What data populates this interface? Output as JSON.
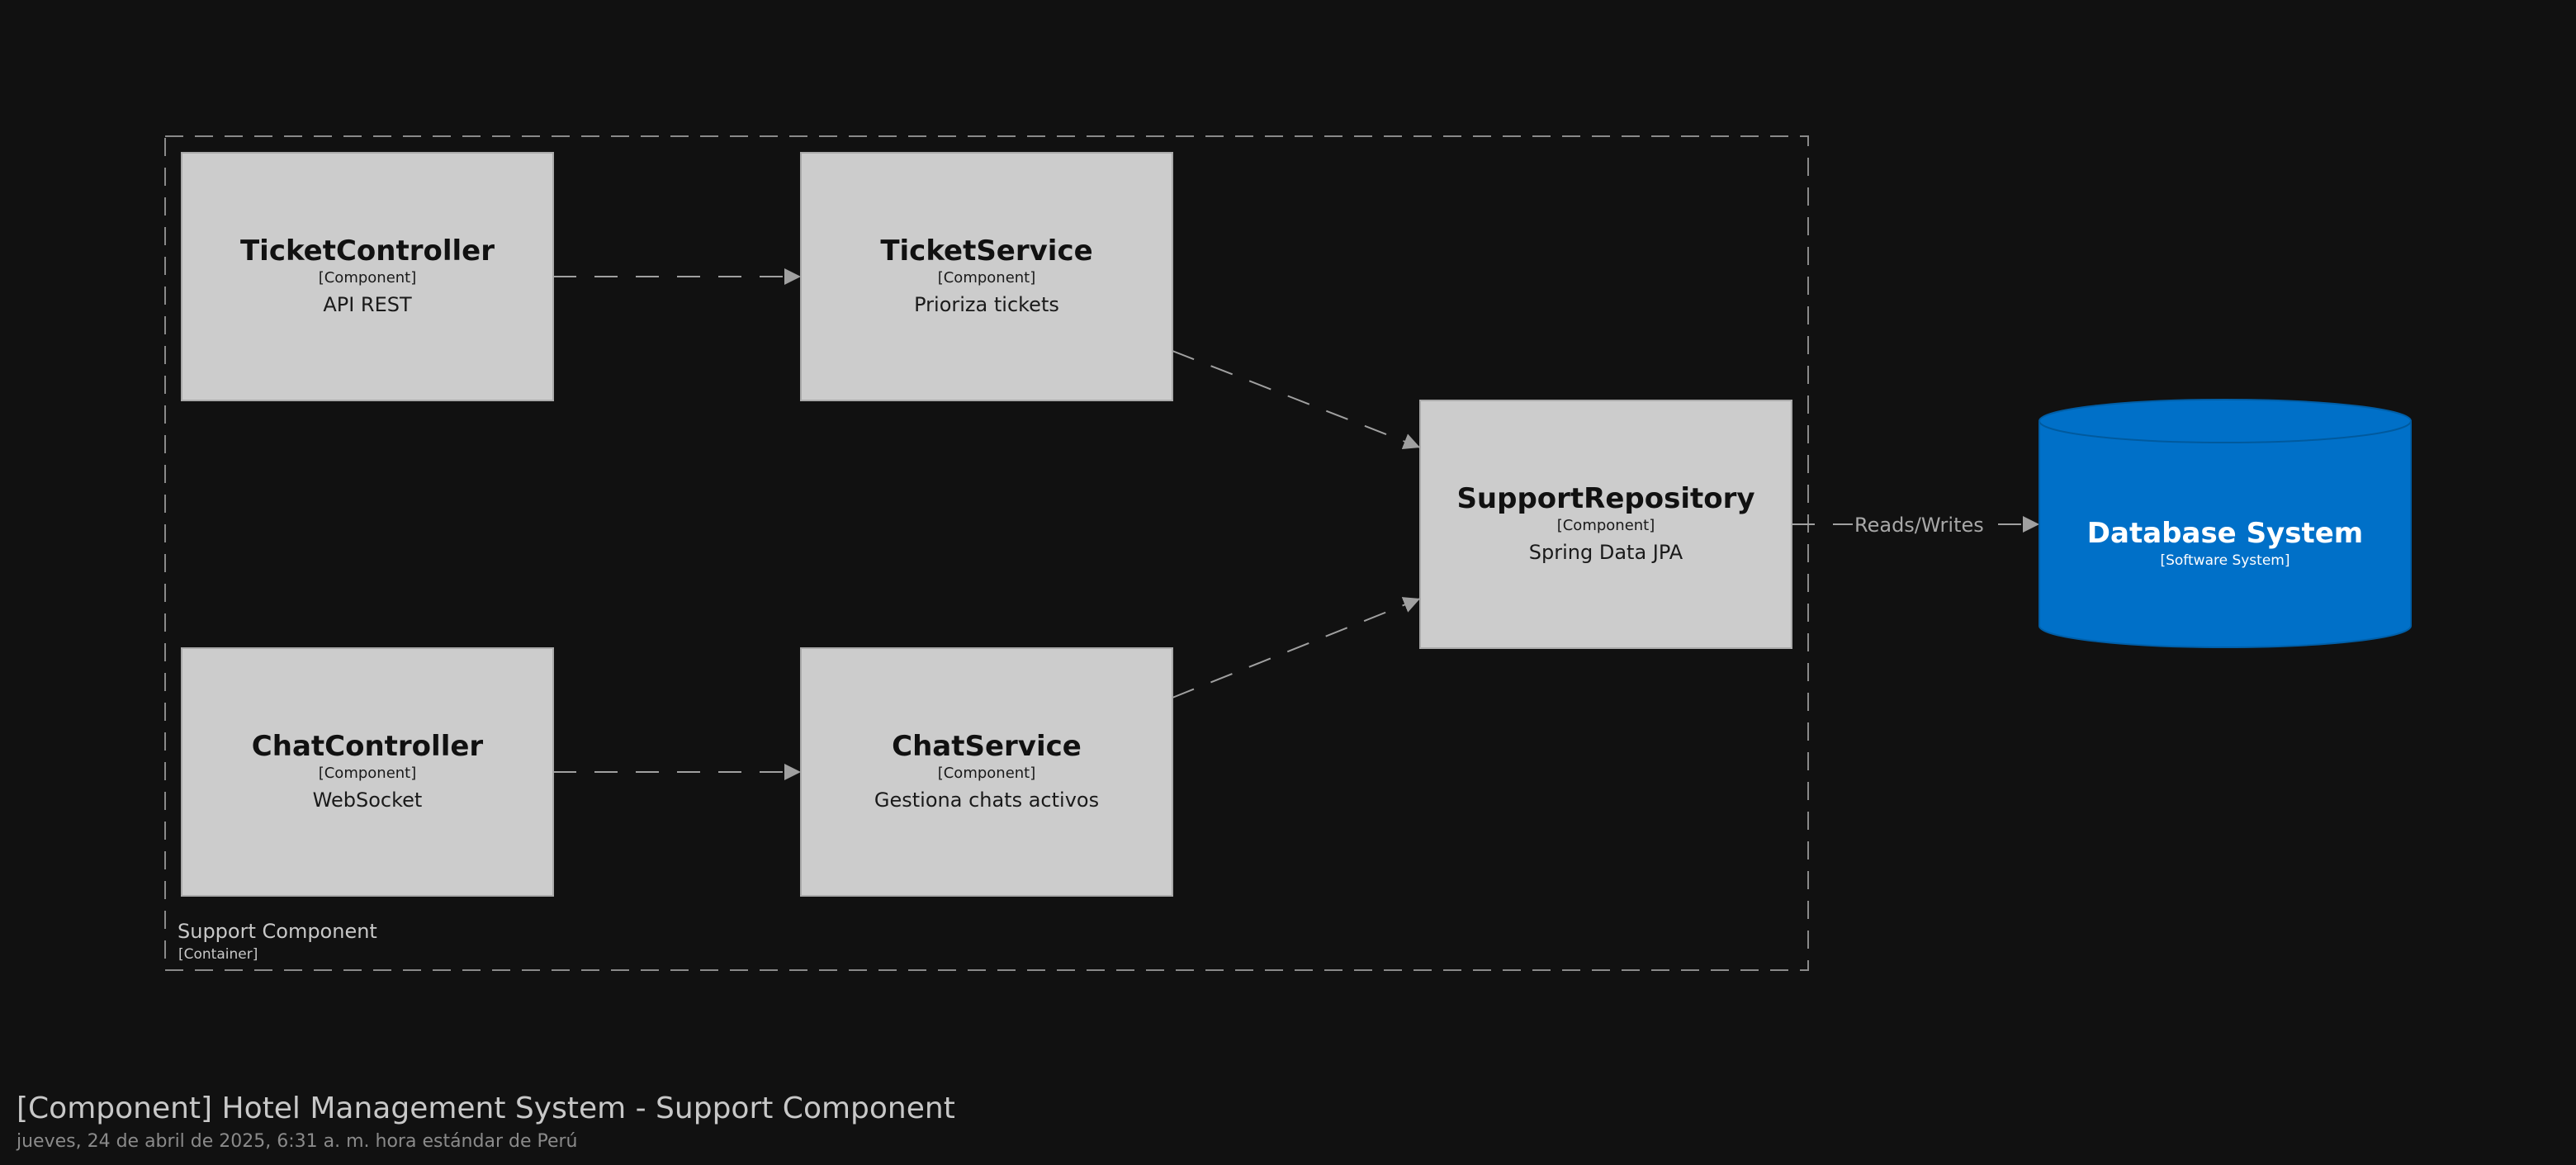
{
  "boundary": {
    "name": "Support Component",
    "type": "[Container]"
  },
  "components": {
    "ticket_controller": {
      "name": "TicketController",
      "type": "[Component]",
      "description": "API REST"
    },
    "ticket_service": {
      "name": "TicketService",
      "type": "[Component]",
      "description": "Prioriza tickets"
    },
    "chat_controller": {
      "name": "ChatController",
      "type": "[Component]",
      "description": "WebSocket"
    },
    "chat_service": {
      "name": "ChatService",
      "type": "[Component]",
      "description": "Gestiona chats activos"
    },
    "support_repository": {
      "name": "SupportRepository",
      "type": "[Component]",
      "description": "Spring Data JPA"
    }
  },
  "external": {
    "database_system": {
      "name": "Database System",
      "type": "[Software System]"
    }
  },
  "relationships": {
    "repo_to_db": {
      "label": "Reads/Writes"
    }
  },
  "footer": {
    "title": "[Component] Hotel Management System - Support Component",
    "date": "jueves, 24 de abril de 2025, 6:31 a. m. hora estándar de Perú"
  },
  "colors": {
    "background": "#111111",
    "component_fill": "#cccccc",
    "database_fill": "#0070c8"
  }
}
